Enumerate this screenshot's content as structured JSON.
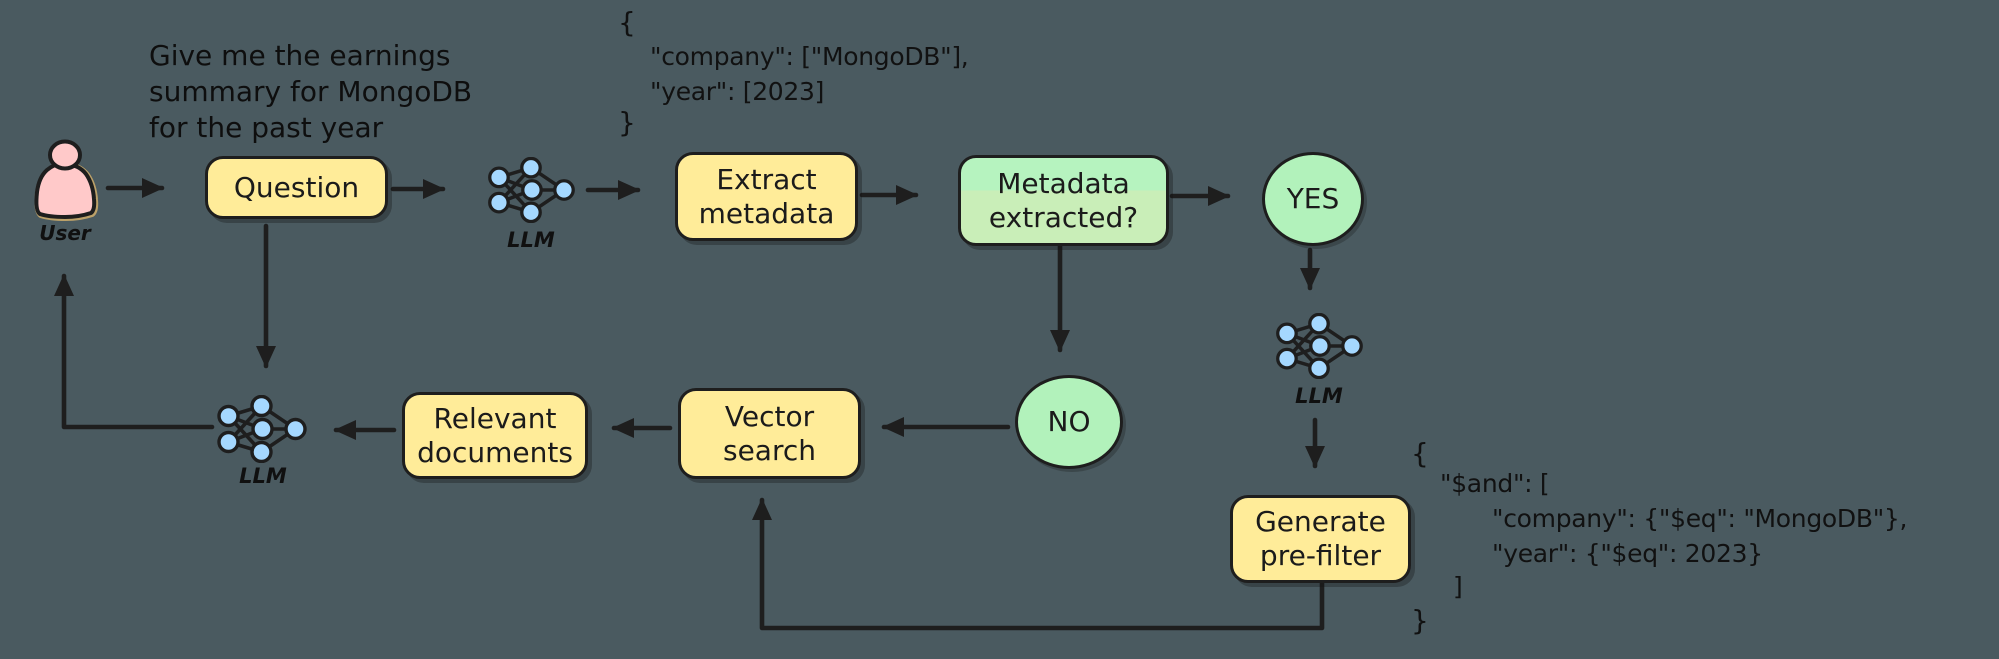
{
  "diagram_title": "LLM metadata extraction / vector search flow",
  "palette": {
    "background": "#4a5a60",
    "box_yellow": "#ffec99",
    "box_green": "#b2f2bb",
    "node_blue": "#a5d8ff",
    "user_pink": "#ffc9c9",
    "stroke": "#1e1e1e"
  },
  "annotations": {
    "user_prompt": "Give me the earnings\nsummary for MongoDB\nfor the past year",
    "json_top": {
      "l1": "{",
      "l2": "\"company\": [\"MongoDB\"],",
      "l3": "\"year\": [2023]",
      "l4": "}"
    },
    "json_bottom": {
      "l1": "{",
      "l2": "\"$and\": [",
      "l3": "\"company\": {\"$eq\": \"MongoDB\"},",
      "l4": "\"year\": {\"$eq\": 2023}",
      "l5": "]",
      "l6": "}"
    }
  },
  "nodes": {
    "user_label": "User",
    "question": "Question",
    "llm1": "LLM",
    "llm2": "LLM",
    "llm3": "LLM",
    "extract": "Extract\nmetadata",
    "metadata_check": "Metadata\nextracted?",
    "yes": "YES",
    "no": "NO",
    "vector": "Vector\nsearch",
    "relevant": "Relevant\ndocuments",
    "generate": "Generate\npre-filter"
  }
}
